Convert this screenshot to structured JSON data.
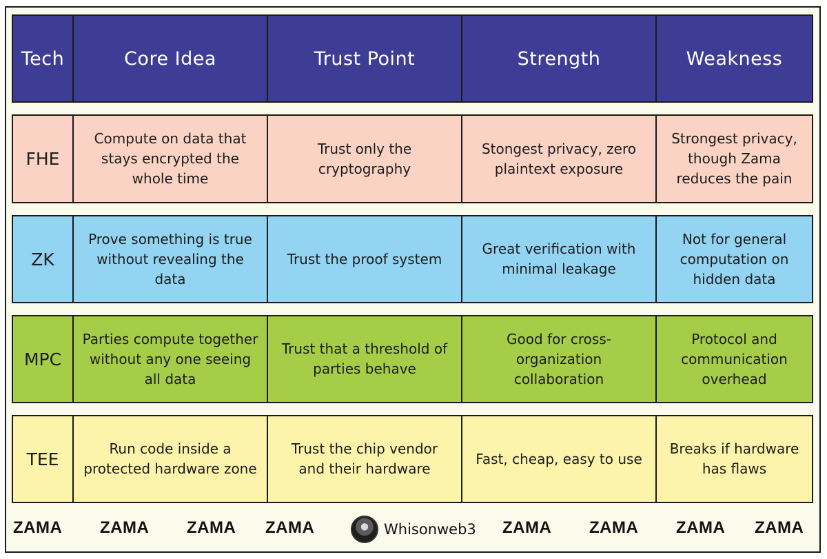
{
  "columns": [
    "Tech",
    "Core Idea",
    "Trust Point",
    "Strength",
    "Weakness"
  ],
  "rows": [
    {
      "tech": "FHE",
      "core_idea": "Compute on data that stays encrypted the whole time",
      "trust_point": "Trust only the cryptography",
      "strength": "Stongest privacy, zero plaintext exposure",
      "weakness": "Strongest privacy, though Zama reduces the pain"
    },
    {
      "tech": "ZK",
      "core_idea": "Prove something is true without revealing the data",
      "trust_point": "Trust the proof system",
      "strength": "Great verification with minimal leakage",
      "weakness": "Not for general computation on hidden data"
    },
    {
      "tech": "MPC",
      "core_idea": "Parties compute together without any one seeing all data",
      "trust_point": "Trust that a threshold of parties behave",
      "strength": "Good for cross-organization collaboration",
      "weakness": "Protocol and communication overhead"
    },
    {
      "tech": "TEE",
      "core_idea": "Run code inside a protected hardware zone",
      "trust_point": "Trust the chip vendor and their hardware",
      "strength": "Fast, cheap, easy to use",
      "weakness": "Breaks if hardware has flaws"
    }
  ],
  "footer": {
    "brand": "ZAMA",
    "handle": "Whisonweb3"
  },
  "colors": {
    "header": "#3d3d95",
    "fhe": "#fad3c4",
    "zk": "#93d4f3",
    "mpc": "#a6cd47",
    "tee": "#fbf4aa"
  }
}
